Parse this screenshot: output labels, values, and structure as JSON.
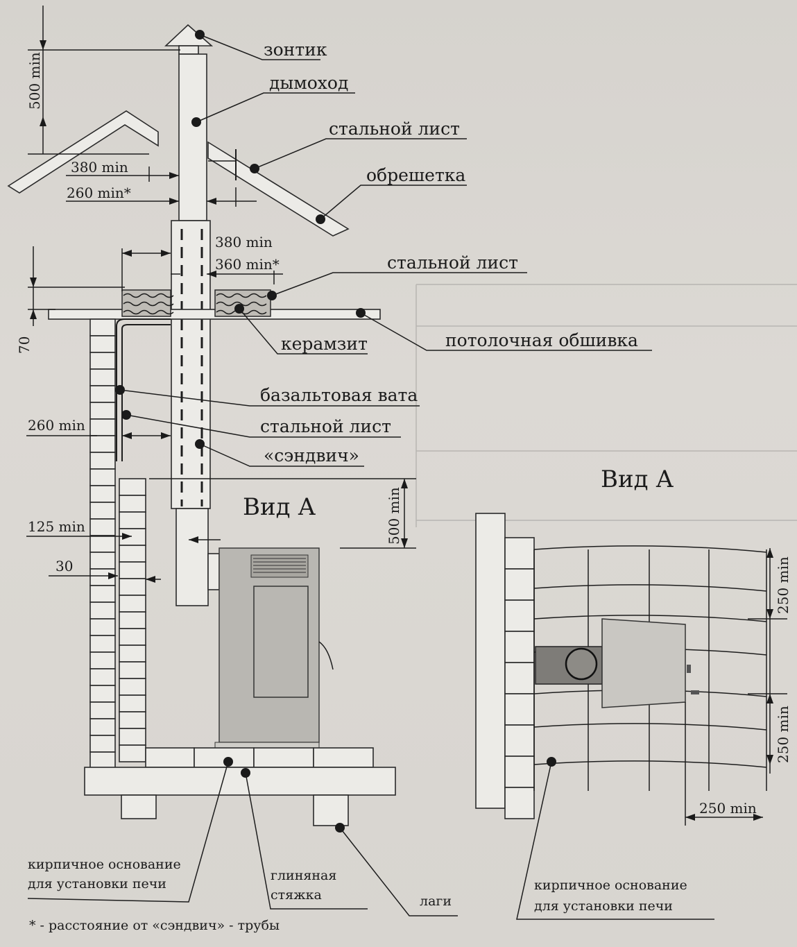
{
  "labels": {
    "umbrella": "зонтик",
    "chimney": "дымоход",
    "steel_sheet_top": "стальной лист",
    "lathing": "обрешетка",
    "steel_sheet_mid": "стальной лист",
    "expanded_clay": "керамзит",
    "ceiling_lining": "потолочная обшивка",
    "basalt_wool": "базальтовая вата",
    "steel_sheet_low": "стальной лист",
    "sandwich": "«сэндвич»",
    "view_a_left": "Вид А",
    "view_a_right": "Вид А",
    "brick_base_left_1": "кирпичное основание",
    "brick_base_left_2": "для установки печи",
    "clay_screed_1": "глиняная",
    "clay_screed_2": "стяжка",
    "joists": "лаги",
    "brick_base_right_1": "кирпичное основание",
    "brick_base_right_2": "для установки печи",
    "footnote": "* - расстояние от «сэндвич» - трубы"
  },
  "dimensions": {
    "d500_top": "500 min",
    "d380_roof": "380 min",
    "d260_roof": "260 min*",
    "d380_ceiling": "380 min",
    "d360_ceiling": "360 min*",
    "d70": "70",
    "d260_wall": "260 min",
    "d125": "125 min",
    "d30": "30",
    "d500_bottom": "500 min",
    "d250_upper": "250 min",
    "d250_lower": "250 min",
    "d250_side": "250 min"
  }
}
